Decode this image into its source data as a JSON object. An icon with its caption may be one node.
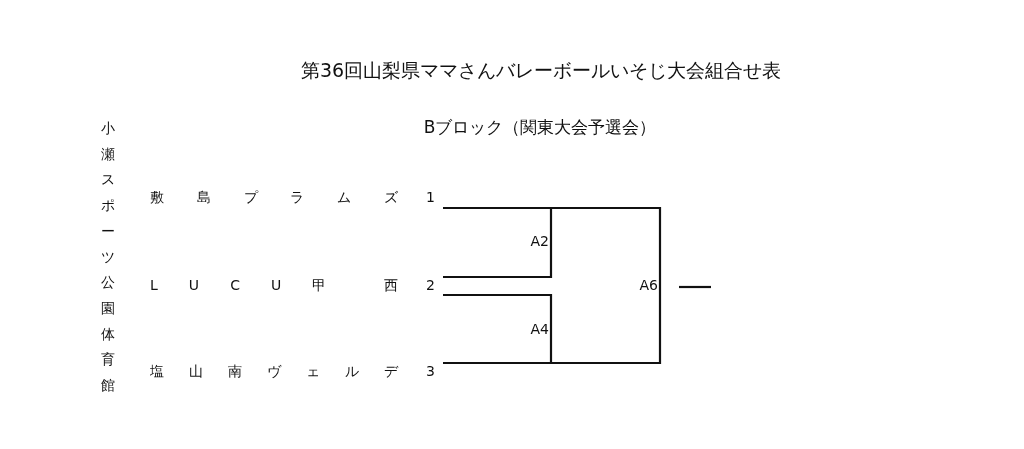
{
  "diagram": {
    "title": "第36回山梨県ママさんバレーボールいそじ大会組合せ表",
    "nodes": [
      {
        "text": [
          "敷 島 プ ラ ム ズ",
          "1"
        ]
      },
      {
        "text": [
          "L U C U 甲 西",
          "2"
        ]
      },
      {
        "text": [
          "塩 山 南 ヴ ェ ル デ",
          "3"
        ]
      },
      {
        "text": [
          "A2"
        ]
      },
      {
        "text": [
          "A4"
        ]
      },
      {
        "text": [
          "A6"
        ]
      }
    ],
    "edges": [
      {
        "from": 0,
        "to": 3,
        "arrow": "none"
      },
      {
        "from": 1,
        "to": 3,
        "arrow": "none"
      },
      {
        "from": 1,
        "to": 4,
        "arrow": "none"
      },
      {
        "from": 2,
        "to": 4,
        "arrow": "none"
      },
      {
        "from": 0,
        "to": 5,
        "arrow": "none"
      },
      {
        "from": 2,
        "to": 5,
        "arrow": "none"
      },
      {
        "from": 5,
        "to": null,
        "arrow": "none"
      }
    ],
    "labels": [
      "Bブロック（関東大会予選会）",
      "小瀬スポーツ公園体育館"
    ]
  }
}
